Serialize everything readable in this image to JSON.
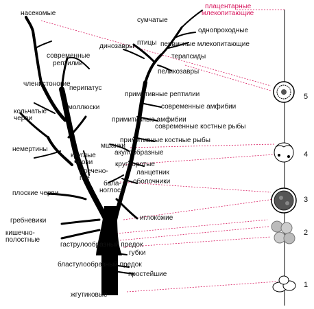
{
  "labels": {
    "insects": "насекомые",
    "modern_reptiles_1": "современные",
    "modern_reptiles_2": "рептилии",
    "arthropods": "членистоногие",
    "peripatus": "перипатус",
    "annelids_1": "кольчатые",
    "annelids_2": "черви",
    "molluscs": "моллюски",
    "nemerteans": "немертины",
    "roundworms_1": "круглые",
    "roundworms_2": "черви",
    "bryozoans": "мшанки",
    "brachiopods_1": "плечено-",
    "brachiopods_2": "гие",
    "balanoglossus_1": "бала-",
    "balanoglossus_2": "ноглосс",
    "flatworms": "плоские черви",
    "ctenophores": "гребневики",
    "coelenterates_1": "кишечно-",
    "coelenterates_2": "полостные",
    "echinoderms": "иглокожие",
    "gastrula_ancestor": "гаструлообразный предок",
    "sponges": "губки",
    "blastula_ancestor": "бластулообразный предок",
    "protozoa": "простейшие",
    "flagellates": "жгутиковые",
    "placental_1": "плацентарные",
    "placental_2": "млекопитающие",
    "marsupials": "сумчатые",
    "monotremes": "однопроходные",
    "dinosaurs": "динозавры",
    "birds": "птицы",
    "primitive_mammals": "первичные млекопитающие",
    "therapsids": "терапсиды",
    "pelycosaurs": "пеликозавры",
    "primitive_reptiles": "примитивные рептилии",
    "modern_amphibians": "современные амфибии",
    "primitive_amphibians": "примитивные амфибии",
    "modern_bony_fish": "современные костные рыбы",
    "primitive_bony_fish": "примитивные костные рыбы",
    "acanthodians": "акулообразные",
    "cyclostomes": "круглоротые",
    "lancelet": "ланцетник",
    "tunicates": "оболочники"
  },
  "stages": [
    "1",
    "2",
    "3",
    "4",
    "5"
  ],
  "colors": {
    "highlight": "#d81b60",
    "branch": "#000000",
    "guide": "#d81b60"
  }
}
